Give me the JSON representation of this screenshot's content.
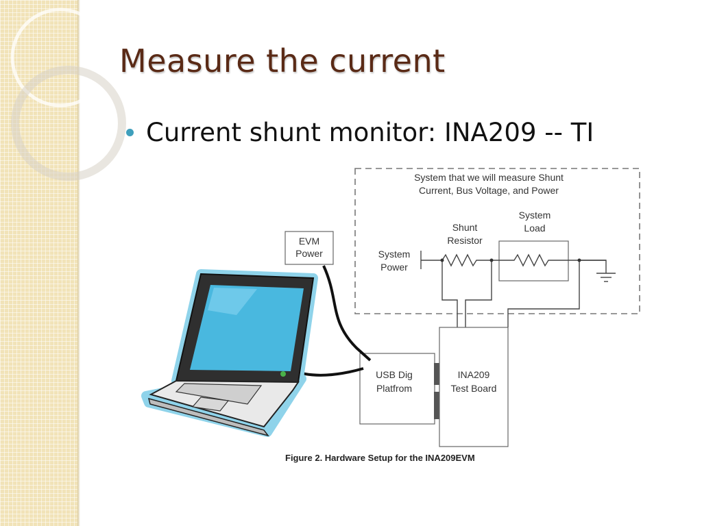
{
  "slide": {
    "title": "Measure the current",
    "bullets": [
      {
        "text": "Current shunt monitor: INA209 -- TI"
      }
    ]
  },
  "figure": {
    "region_label_line1": "System that we will measure Shunt",
    "region_label_line2": "Current, Bus Voltage, and Power",
    "evm_power_line1": "EVM",
    "evm_power_line2": "Power",
    "system_power_line1": "System",
    "system_power_line2": "Power",
    "shunt_resistor_line1": "Shunt",
    "shunt_resistor_line2": "Resistor",
    "system_load_line1": "System",
    "system_load_line2": "Load",
    "usb_platform_line1": "USB Dig",
    "usb_platform_line2": "Platfrom",
    "test_board_line1": "INA209",
    "test_board_line2": "Test Board",
    "caption": "Figure 2. Hardware Setup for the INA209EVM"
  },
  "colors": {
    "title": "#5a2a16",
    "bullet": "#3f9fbc",
    "band": "#f1e3b8",
    "laptop_outline": "#8fd3ea",
    "laptop_screen": "#49b8df"
  }
}
